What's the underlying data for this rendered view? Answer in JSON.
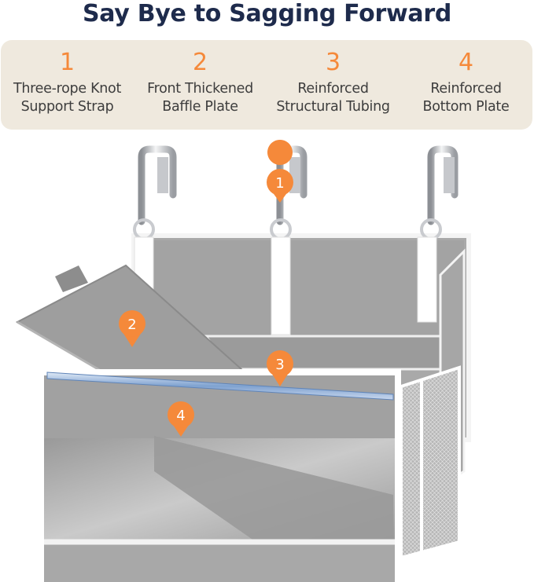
{
  "title": "Say Bye to Sagging Forward",
  "colors": {
    "title": "#1e2b4c",
    "panel": "#efe9de",
    "accent": "#f5893a",
    "fabric": "#9a9a9a",
    "trim": "#ffffff"
  },
  "features": [
    {
      "number": "1",
      "line1": "Three-rope Knot",
      "line2": "Support Strap"
    },
    {
      "number": "2",
      "line1": "Front Thickened",
      "line2": "Baffle Plate"
    },
    {
      "number": "3",
      "line1": "Reinforced",
      "line2": "Structural Tubing"
    },
    {
      "number": "4",
      "line1": "Reinforced",
      "line2": "Bottom Plate"
    }
  ],
  "markers": [
    {
      "label": "1",
      "icon": "orange-pin-marker"
    },
    {
      "label": "2",
      "icon": "orange-pin-marker"
    },
    {
      "label": "3",
      "icon": "orange-pin-marker"
    },
    {
      "label": "4",
      "icon": "orange-pin-marker"
    }
  ]
}
